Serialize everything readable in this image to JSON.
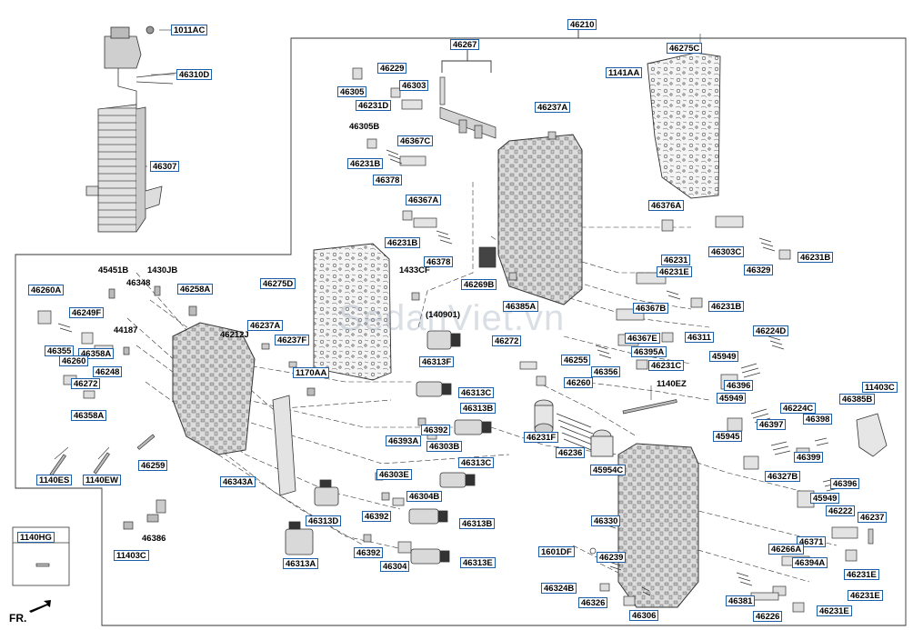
{
  "watermark": "SedanViet.vn",
  "direction_label": "FR.",
  "legend_box_part": "1140HG",
  "parts": [
    {
      "t": "1011AC",
      "b": true
    },
    {
      "t": "46210",
      "b": true
    },
    {
      "t": "46267",
      "b": true
    },
    {
      "t": "46275C",
      "b": true
    },
    {
      "t": "46229",
      "b": true
    },
    {
      "t": "46303",
      "b": true
    },
    {
      "t": "46305",
      "b": true
    },
    {
      "t": "46310D",
      "b": true
    },
    {
      "t": "1141AA",
      "b": true
    },
    {
      "t": "46231D",
      "b": true
    },
    {
      "t": "46237A",
      "b": true
    },
    {
      "t": "46305B",
      "b": false
    },
    {
      "t": "46367C",
      "b": true
    },
    {
      "t": "46231B",
      "b": true
    },
    {
      "t": "46307",
      "b": true
    },
    {
      "t": "46378",
      "b": true
    },
    {
      "t": "46367A",
      "b": true
    },
    {
      "t": "46376A",
      "b": true
    },
    {
      "t": "46231B",
      "b": true
    },
    {
      "t": "46231",
      "b": true
    },
    {
      "t": "46303C",
      "b": true
    },
    {
      "t": "46231B",
      "b": true
    },
    {
      "t": "46378",
      "b": true
    },
    {
      "t": "46329",
      "b": true
    },
    {
      "t": "45451B",
      "b": false
    },
    {
      "t": "1430JB",
      "b": false
    },
    {
      "t": "1433CF",
      "b": false
    },
    {
      "t": "46348",
      "b": false
    },
    {
      "t": "46260A",
      "b": true
    },
    {
      "t": "46258A",
      "b": true
    },
    {
      "t": "46275D",
      "b": true
    },
    {
      "t": "46269B",
      "b": true
    },
    {
      "t": "46385A",
      "b": true
    },
    {
      "t": "46231E",
      "b": true
    },
    {
      "t": "46249F",
      "b": true
    },
    {
      "t": "(140901)",
      "b": false
    },
    {
      "t": "46367B",
      "b": true
    },
    {
      "t": "44187",
      "b": false
    },
    {
      "t": "46237A",
      "b": true
    },
    {
      "t": "46212J",
      "b": false
    },
    {
      "t": "46231B",
      "b": true
    },
    {
      "t": "46224D",
      "b": true
    },
    {
      "t": "46355",
      "b": true
    },
    {
      "t": "46237F",
      "b": true
    },
    {
      "t": "46272",
      "b": true
    },
    {
      "t": "46367E",
      "b": true
    },
    {
      "t": "46311",
      "b": true
    },
    {
      "t": "46313F",
      "b": true
    },
    {
      "t": "46358A",
      "b": true
    },
    {
      "t": "46395A",
      "b": true
    },
    {
      "t": "45949",
      "b": true
    },
    {
      "t": "46260",
      "b": true
    },
    {
      "t": "46255",
      "b": true
    },
    {
      "t": "46356",
      "b": true
    },
    {
      "t": "46231C",
      "b": true
    },
    {
      "t": "46248",
      "b": true
    },
    {
      "t": "1170AA",
      "b": true
    },
    {
      "t": "46260",
      "b": true
    },
    {
      "t": "46272",
      "b": true
    },
    {
      "t": "46396",
      "b": true
    },
    {
      "t": "11403C",
      "b": true
    },
    {
      "t": "46313C",
      "b": true
    },
    {
      "t": "1140EZ",
      "b": false
    },
    {
      "t": "45949",
      "b": true
    },
    {
      "t": "46385B",
      "b": true
    },
    {
      "t": "46313B",
      "b": true
    },
    {
      "t": "46358A",
      "b": true
    },
    {
      "t": "46224C",
      "b": true
    },
    {
      "t": "46398",
      "b": true
    },
    {
      "t": "46392",
      "b": true
    },
    {
      "t": "46397",
      "b": true
    },
    {
      "t": "46231F",
      "b": true
    },
    {
      "t": "45945",
      "b": true
    },
    {
      "t": "46393A",
      "b": true
    },
    {
      "t": "46303B",
      "b": true
    },
    {
      "t": "46399",
      "b": true
    },
    {
      "t": "46236",
      "b": true
    },
    {
      "t": "46259",
      "b": true
    },
    {
      "t": "46313C",
      "b": true
    },
    {
      "t": "1140ES",
      "b": true
    },
    {
      "t": "1140EW",
      "b": true
    },
    {
      "t": "45954C",
      "b": true
    },
    {
      "t": "46303E",
      "b": true
    },
    {
      "t": "46327B",
      "b": true
    },
    {
      "t": "46343A",
      "b": true
    },
    {
      "t": "46304B",
      "b": true
    },
    {
      "t": "46396",
      "b": true
    },
    {
      "t": "45949",
      "b": true
    },
    {
      "t": "46222",
      "b": true
    },
    {
      "t": "46313D",
      "b": true
    },
    {
      "t": "46392",
      "b": true
    },
    {
      "t": "46313B",
      "b": true
    },
    {
      "t": "46330",
      "b": true
    },
    {
      "t": "46237",
      "b": true
    },
    {
      "t": "46386",
      "b": false
    },
    {
      "t": "46371",
      "b": true
    },
    {
      "t": "11403C",
      "b": true
    },
    {
      "t": "1601DF",
      "b": true
    },
    {
      "t": "46392",
      "b": true
    },
    {
      "t": "46239",
      "b": true
    },
    {
      "t": "46266A",
      "b": true
    },
    {
      "t": "46313A",
      "b": true
    },
    {
      "t": "46304",
      "b": true
    },
    {
      "t": "46313E",
      "b": true
    },
    {
      "t": "46394A",
      "b": true
    },
    {
      "t": "46324B",
      "b": true
    },
    {
      "t": "46231E",
      "b": true
    },
    {
      "t": "46381",
      "b": true
    },
    {
      "t": "46231E",
      "b": true
    },
    {
      "t": "46326",
      "b": true
    },
    {
      "t": "46306",
      "b": true
    },
    {
      "t": "46226",
      "b": true
    },
    {
      "t": "46231E",
      "b": true
    },
    {
      "t": "1140HG",
      "b": true
    }
  ]
}
